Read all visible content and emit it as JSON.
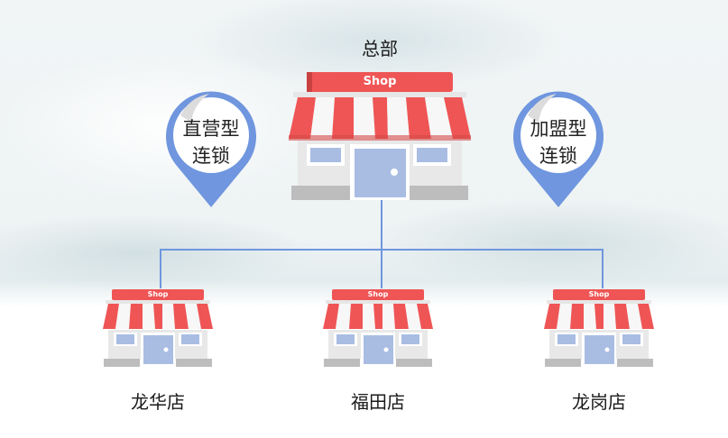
{
  "diagram": {
    "headquarters": {
      "label": "总部",
      "sign": "Shop"
    },
    "left_tag": {
      "line1": "直营型",
      "line2": "连锁"
    },
    "right_tag": {
      "line1": "加盟型",
      "line2": "连锁"
    },
    "branches": [
      {
        "label": "龙华店",
        "sign": "Shop"
      },
      {
        "label": "福田店",
        "sign": "Shop"
      },
      {
        "label": "龙岗店",
        "sign": "Shop"
      }
    ]
  },
  "colors": {
    "awning_red": "#ef5555",
    "window_blue": "#a9bde3",
    "connector_blue": "#6f96de",
    "pin_blue": "#6f96de"
  }
}
